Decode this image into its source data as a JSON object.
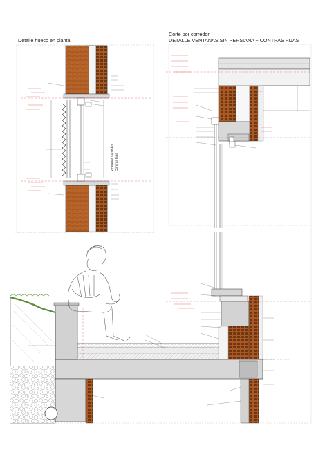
{
  "titles": {
    "plan_detail": "Detalle hueco en planta",
    "section_line1": "Corte por corredor",
    "section_line2": "DETALLE VENTANAS SIN PERSIANA + CONTRAS FIJAS"
  },
  "plan": {
    "vertical_label_1": "Ventanas corredor",
    "vertical_label_2": "Contras fijas"
  },
  "colors": {
    "brick": "#b8642a",
    "brick_dark": "#8a4418",
    "concrete": "#d7d7d7",
    "concrete_dark": "#9a9a9a",
    "annotation_red": "#d0342c",
    "line": "#333333",
    "soil": "#b9c8a2"
  }
}
